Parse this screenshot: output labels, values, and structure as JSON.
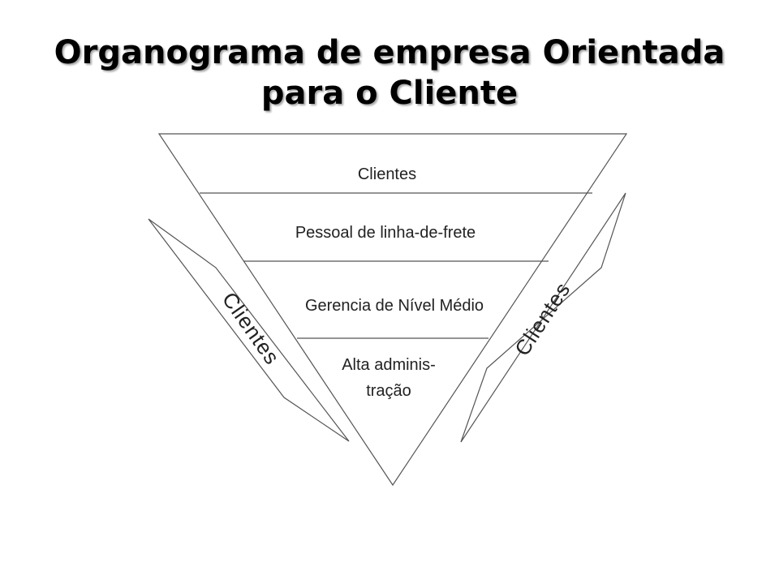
{
  "title": {
    "line1": "Organograma de empresa Orientada",
    "line2": "para o Cliente"
  },
  "pyramid": {
    "levels": [
      {
        "label": "Clientes"
      },
      {
        "label": "Pessoal de linha-de-frete"
      },
      {
        "label": "Gerencia de Nível Médio"
      },
      {
        "label_line1": "Alta adminis-",
        "label_line2": "tração"
      }
    ]
  },
  "side_bands": {
    "left_label": "Clientes",
    "right_label": "Clientes"
  },
  "colors": {
    "line": "#555555",
    "text": "#222222",
    "background": "#ffffff"
  }
}
